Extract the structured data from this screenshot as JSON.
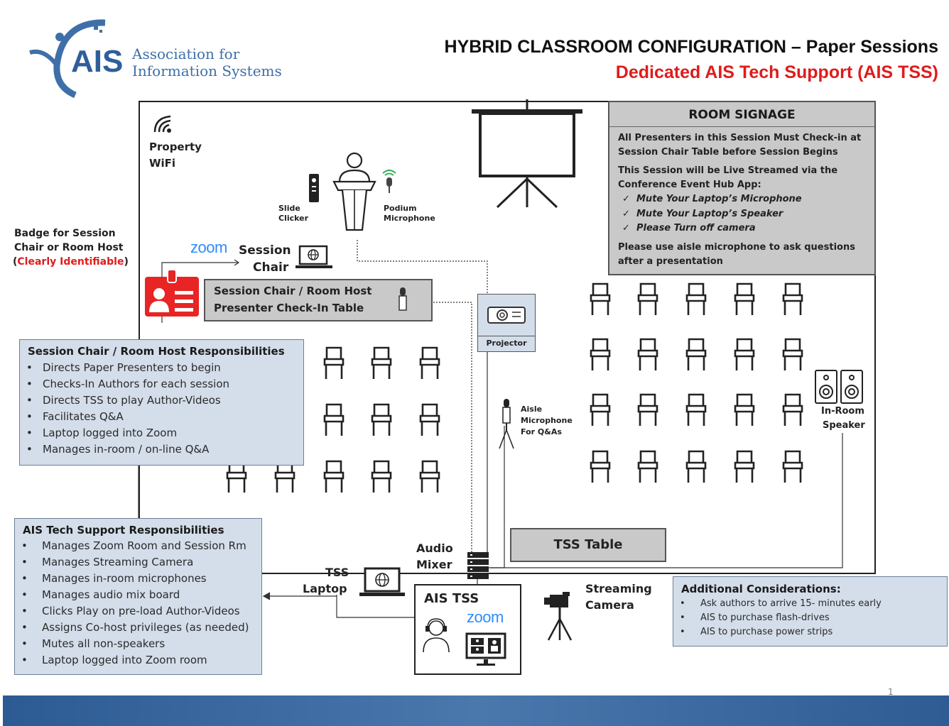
{
  "logo": {
    "mark": "AIS",
    "line1": "Association for",
    "line2": "Information Systems"
  },
  "title": {
    "main": "HYBRID CLASSROOM CONFIGURATION – Paper Sessions",
    "sub": "Dedicated AIS Tech Support (AIS TSS)"
  },
  "labels": {
    "wifi": [
      "Property",
      "WiFi"
    ],
    "badge": [
      "Badge for Session",
      "Chair or Room Host"
    ],
    "badge_note": "Clearly Identifiable",
    "slide_clicker": [
      "Slide",
      "Clicker"
    ],
    "podium_mic": [
      "Podium",
      "Microphone"
    ],
    "zoom": "zoom",
    "session_chair": [
      "Session",
      "Chair"
    ],
    "checkin": [
      "Session Chair / Room Host",
      "Presenter Check-In Table"
    ],
    "projector": "Projector",
    "aisle_mic": [
      "Aisle",
      "Microphone",
      "For Q&As"
    ],
    "speaker": [
      "In-Room",
      "Speaker"
    ],
    "tss_table": "TSS Table",
    "audio_mixer": [
      "Audio",
      "Mixer"
    ],
    "tss_laptop": [
      "TSS",
      "Laptop"
    ],
    "ais_tss": "AIS TSS",
    "streaming_camera": [
      "Streaming",
      "Camera"
    ],
    "page_number": "1"
  },
  "signage": {
    "title": "ROOM SIGNAGE",
    "p1": "All Presenters in this Session Must Check-in at Session Chair Table before Session Begins",
    "p2": "This Session will be Live Streamed via the Conference Event Hub App:",
    "checks": [
      "Mute Your Laptop’s Microphone",
      "Mute Your Laptop’s Speaker",
      "Please Turn off camera"
    ],
    "p3": "Please use aisle microphone to ask questions after a presentation"
  },
  "chair_resp": {
    "title": "Session Chair / Room Host Responsibilities",
    "items": [
      "Directs Paper Presenters to begin",
      "Checks-In Authors for each session",
      "Directs TSS to play Author-Videos",
      "Facilitates Q&A",
      "Laptop logged into Zoom",
      "Manages in-room / on-line Q&A"
    ]
  },
  "tss_resp": {
    "title": "AIS Tech Support Responsibilities",
    "items": [
      "Manages Zoom Room and Session Rm",
      "Manages Streaming Camera",
      "Manages in-room microphones",
      "Manages audio mix board",
      "Clicks Play on pre-load Author-Videos",
      "Assigns Co-host privileges (as needed)",
      "Mutes all non-speakers",
      "Laptop logged into Zoom room"
    ]
  },
  "additional": {
    "title": "Additional Considerations:",
    "items": [
      "Ask authors to arrive 15- minutes early",
      "AIS to purchase flash-drives",
      "AIS to purchase power strips"
    ]
  },
  "colors": {
    "accent_red": "#e01b1b",
    "zoom_blue": "#2d8cff",
    "logo_blue": "#3f6fa8",
    "footer_blue": "#3a669c"
  }
}
